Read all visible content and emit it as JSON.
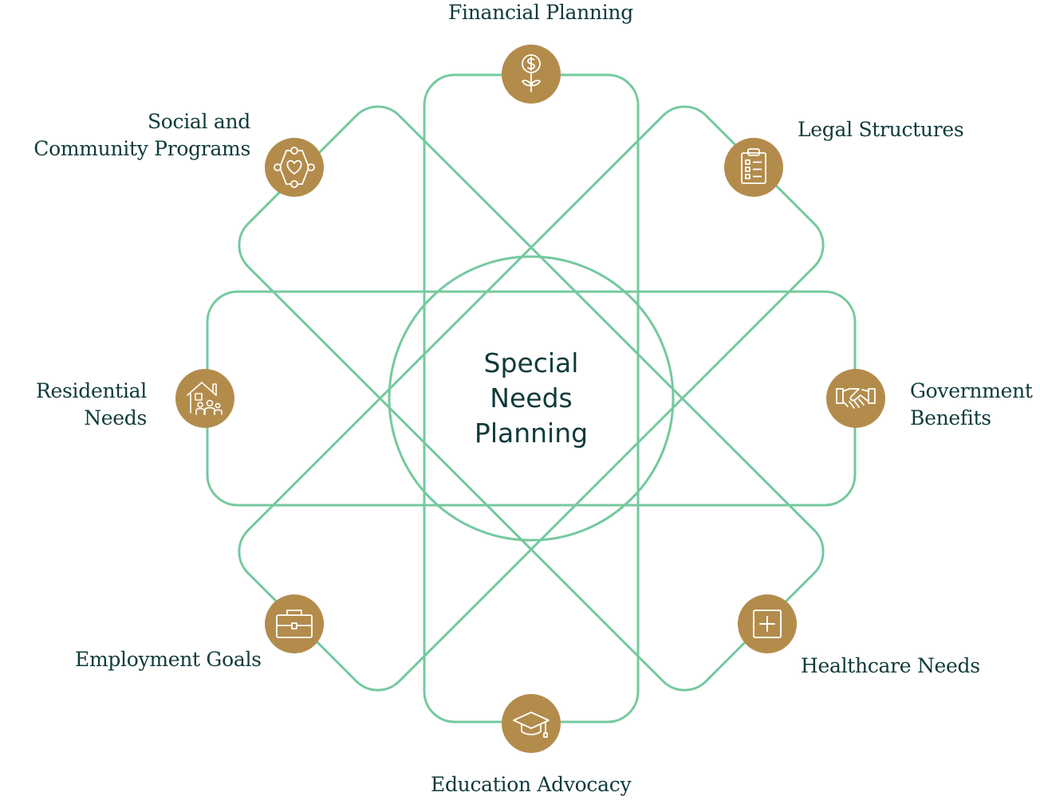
{
  "center": {
    "lines": [
      "Special",
      "Needs",
      "Planning"
    ]
  },
  "nodes": [
    {
      "id": "financial",
      "icon": "money-plant-icon",
      "label": [
        "Financial Planning"
      ]
    },
    {
      "id": "legal",
      "icon": "clipboard-checklist-icon",
      "label": [
        "Legal Structures"
      ]
    },
    {
      "id": "government",
      "icon": "handshake-icon",
      "label": [
        "Government",
        "Benefits"
      ]
    },
    {
      "id": "healthcare",
      "icon": "medical-cross-icon",
      "label": [
        "Healthcare Needs"
      ]
    },
    {
      "id": "education",
      "icon": "graduation-cap-icon",
      "label": [
        "Education Advocacy"
      ]
    },
    {
      "id": "employment",
      "icon": "briefcase-icon",
      "label": [
        "Employment Goals"
      ]
    },
    {
      "id": "residential",
      "icon": "house-family-icon",
      "label": [
        "Residential",
        "Needs"
      ]
    },
    {
      "id": "social",
      "icon": "community-network-icon",
      "label": [
        "Social and",
        "Community Programs"
      ]
    }
  ],
  "colors": {
    "orbit_stroke": "#74c99e",
    "node_fill": "#b38c4c",
    "icon_stroke": "#ffffff",
    "text": "#0f3a3a"
  }
}
